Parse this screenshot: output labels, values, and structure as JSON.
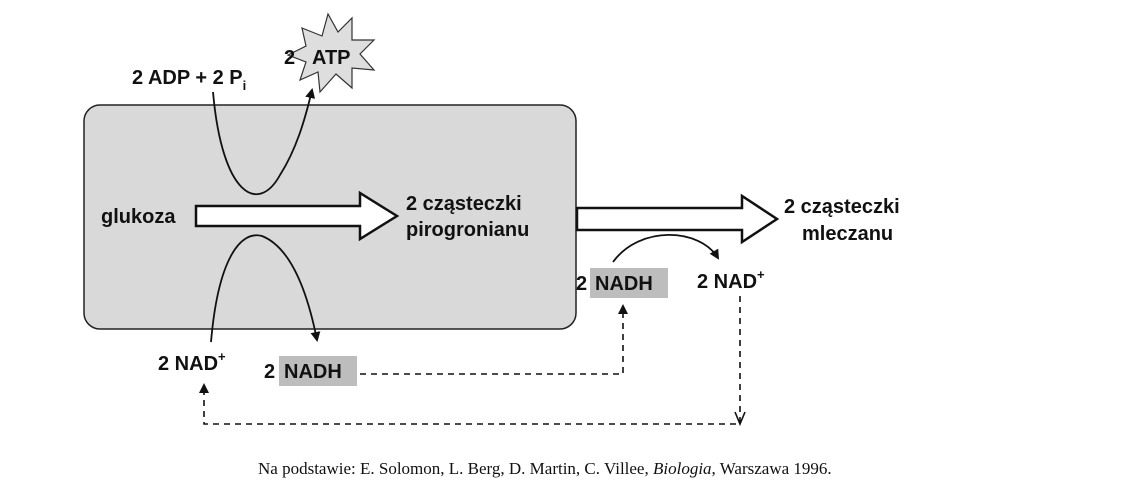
{
  "diagram": {
    "reactant": "glukoza",
    "intermediate_line1": "2 cząsteczki",
    "intermediate_line2": "pirogronianu",
    "product_line1": "2 cząsteczki",
    "product_line2": "mleczanu",
    "adp_text": "2 ADP + 2 P",
    "adp_subscript": "i",
    "atp_count": "2",
    "atp_label": "ATP",
    "nad_left_text": "2 NAD",
    "nad_left_sup": "+",
    "nadh_bottom_count": "2",
    "nadh_bottom_label": "NADH",
    "nadh_right_count": "2",
    "nadh_right_label": "NADH",
    "nad_right_text": "2 NAD",
    "nad_right_sup": "+",
    "colors": {
      "box_fill": "#d9d9d9",
      "nadh_highlight": "#bdbdbd",
      "ink": "#111111"
    }
  },
  "caption": {
    "prefix": "Na podstawie: E. Solomon, L. Berg, D. Martin, C. Villee, ",
    "title_italic": "Biologia",
    "suffix": ", Warszawa 1996."
  }
}
